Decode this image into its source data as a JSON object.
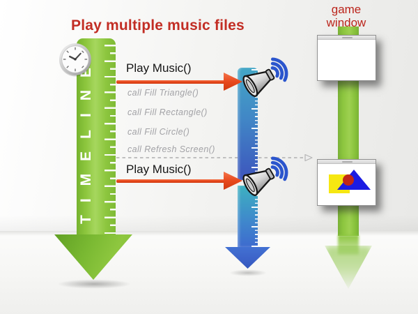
{
  "title": {
    "text": "Play multiple music files",
    "color": "#c22d24"
  },
  "game_window": {
    "label": "game window",
    "color": "#bb241b"
  },
  "timeline": {
    "label": "TIMELINE"
  },
  "annotations": {
    "play_music_1": "Play Music()",
    "call_lines": [
      "call Fill Triangle()",
      "call Fill Rectangle()",
      "call Fill Circle()",
      "call Refresh Screen()"
    ],
    "play_music_2": "Play Music()"
  },
  "icons": {
    "clock": "clock-icon",
    "speaker": "speaker-icon"
  },
  "colors": {
    "timeline_green": "#8dc63f",
    "ruler_blue_top": "#43a6c6",
    "ruler_blue_bottom": "#3d55bd",
    "arrow_orange": "#e8491d",
    "shape_yellow": "#f6e711",
    "shape_red": "#c02717",
    "shape_blue": "#1b1be2"
  }
}
